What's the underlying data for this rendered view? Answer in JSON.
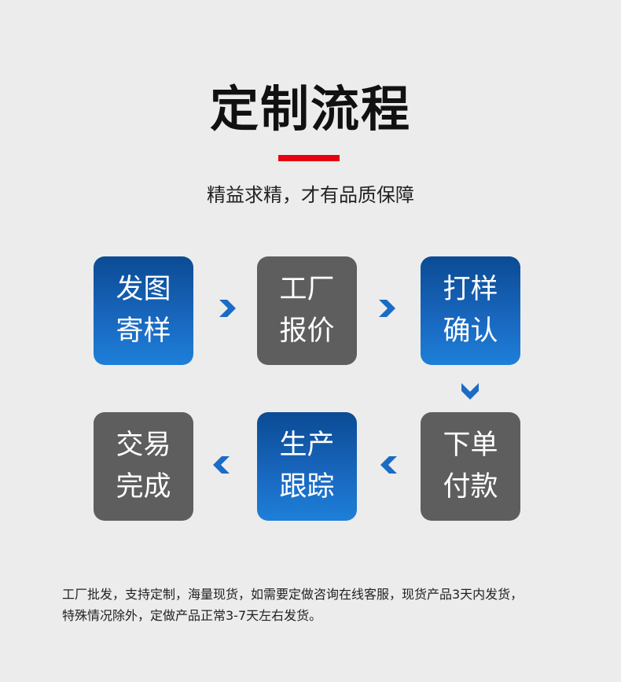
{
  "header": {
    "title": "定制流程",
    "subtitle": "精益求精，才有品质保障"
  },
  "steps": [
    {
      "line1": "发图",
      "line2": "寄样"
    },
    {
      "line1": "工厂",
      "line2": "报价"
    },
    {
      "line1": "打样",
      "line2": "确认"
    },
    {
      "line1": "下单",
      "line2": "付款"
    },
    {
      "line1": "生产",
      "line2": "跟踪"
    },
    {
      "line1": "交易",
      "line2": "完成"
    }
  ],
  "footnote": {
    "line1": "工厂批发，支持定制，海量现货，如需要定做咨询在线客服，现货产品3天内发货，",
    "line2": "特殊情况除外，定做产品正常3-7天左右发货。"
  },
  "colors": {
    "accent_red": "#e60012",
    "step_blue": "#1866bd",
    "step_gray": "#5e5e5e",
    "arrow_blue": "#1a6cc4"
  },
  "icons": {
    "arrow_right": "chevron-right-icon",
    "arrow_left": "chevron-left-icon",
    "arrow_down": "chevron-down-icon"
  }
}
